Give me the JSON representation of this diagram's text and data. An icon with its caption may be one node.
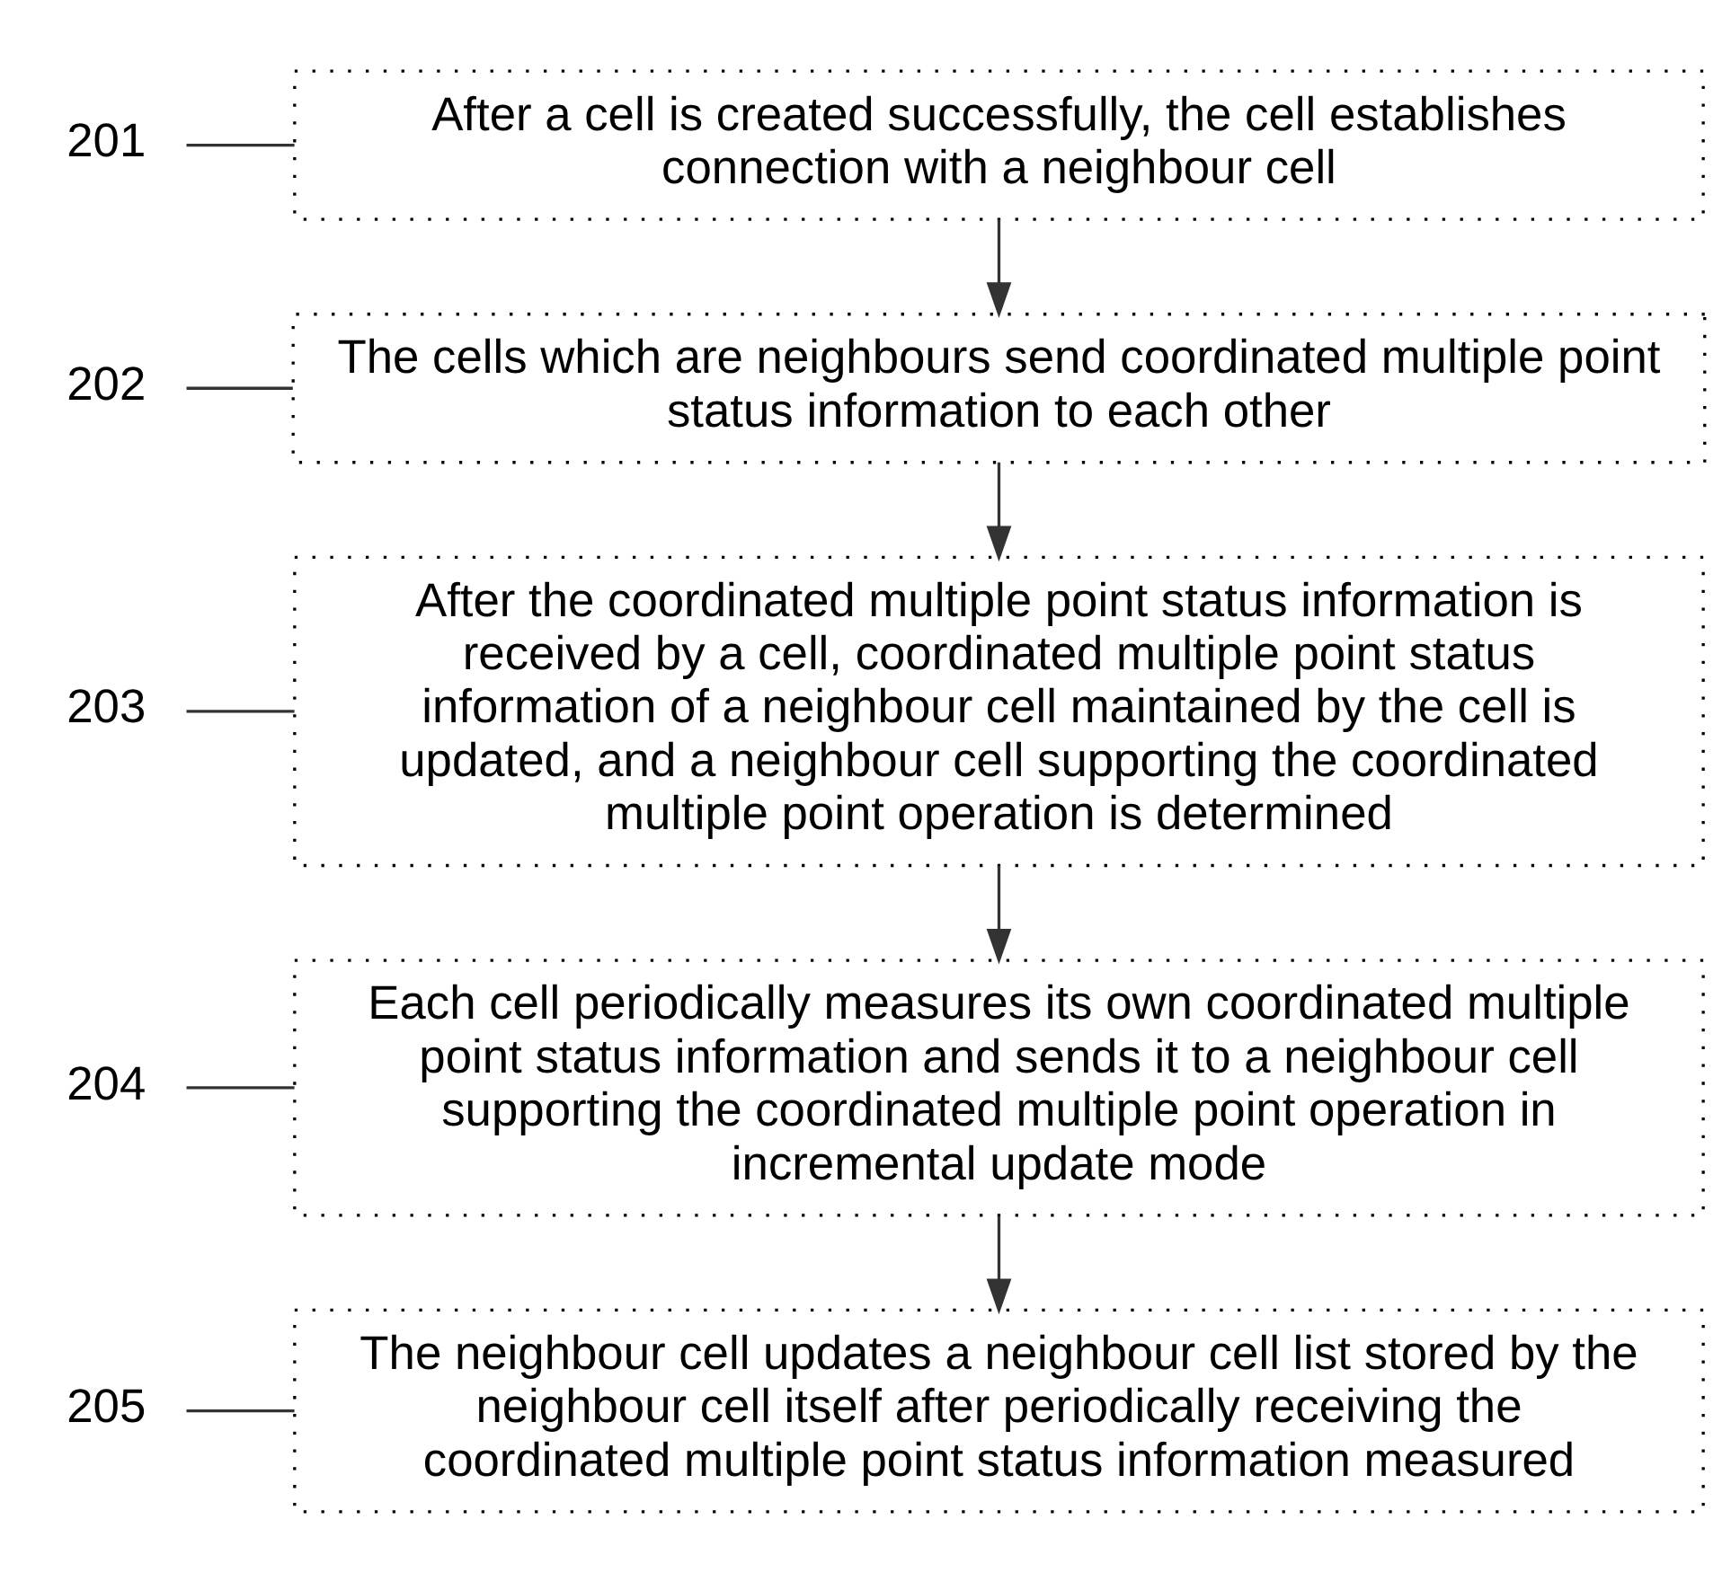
{
  "diagram": {
    "nodes": [
      {
        "text": [
          "201"
        ]
      },
      {
        "text": [
          "After a cell is created successfully, the cell establishes connection with a neighbour cell"
        ]
      },
      {
        "text": [
          "202"
        ]
      },
      {
        "text": [
          "The cells which are neighbours send coordinated multiple point status information to each other"
        ]
      },
      {
        "text": [
          "203"
        ]
      },
      {
        "text": [
          "After the coordinated multiple point status information is received by a cell, coordinated multiple point status information of a neighbour cell maintained by the cell is updated, and a neighbour cell supporting the coordinated multiple point operation is determined"
        ]
      },
      {
        "text": [
          "204"
        ]
      },
      {
        "text": [
          "Each cell periodically measures its own coordinated multiple point status information and sends it to a neighbour cell supporting the coordinated multiple point operation in incremental update mode"
        ]
      },
      {
        "text": [
          "205"
        ]
      },
      {
        "text": [
          "The neighbour cell updates a neighbour cell list stored by the neighbour cell itself after periodically receiving the coordinated multiple point status information measured"
        ]
      }
    ],
    "edges": [
      {
        "from": 0,
        "to": 1,
        "arrow": "none"
      },
      {
        "from": 2,
        "to": 3,
        "arrow": "none"
      },
      {
        "from": 4,
        "to": 5,
        "arrow": "none"
      },
      {
        "from": 6,
        "to": 7,
        "arrow": "none"
      },
      {
        "from": 8,
        "to": 9,
        "arrow": "none"
      },
      {
        "from": 1,
        "to": 3,
        "arrow": "to"
      },
      {
        "from": 3,
        "to": 5,
        "arrow": "to"
      },
      {
        "from": 5,
        "to": 7,
        "arrow": "to"
      },
      {
        "from": 7,
        "to": 9,
        "arrow": "to"
      }
    ]
  }
}
